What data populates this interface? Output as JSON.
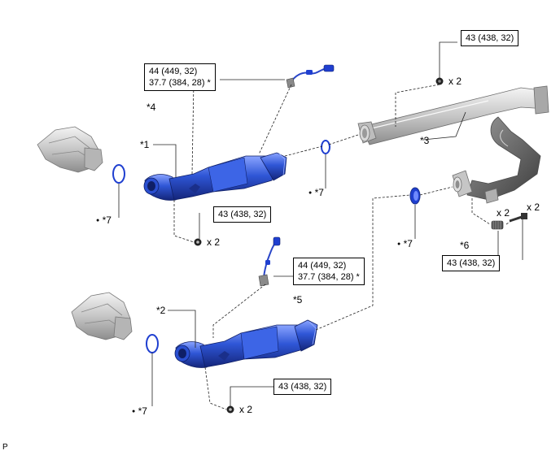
{
  "torque_specs": {
    "front_sensor_upper": {
      "line1": "44 (449, 32)",
      "line2": "37.7 (384, 28) *"
    },
    "front_sensor_lower": {
      "line1": "44 (449, 32)",
      "line2": "37.7 (384, 28) *"
    },
    "center_pipe_bolt": "43 (438, 32)",
    "converter1_nut": "43 (438, 32)",
    "converter2_nut": "43 (438, 32)",
    "tail_clamp_bolt": "43 (438, 32)"
  },
  "callouts": {
    "c1": "*1",
    "c2": "*2",
    "c3": "*3",
    "c4": "*4",
    "c5": "*5",
    "c6": "*6",
    "c7": "*7"
  },
  "quantities": {
    "x2": "x 2"
  },
  "bullet": "●",
  "footer_code": "P",
  "colors": {
    "converter_blue": "#2f56d6",
    "converter_dark": "#1a2f8a",
    "converter_light": "#7f9cff",
    "pipe_gray": "#c8c8c8",
    "gasket_blue": "#1f3fd0"
  }
}
